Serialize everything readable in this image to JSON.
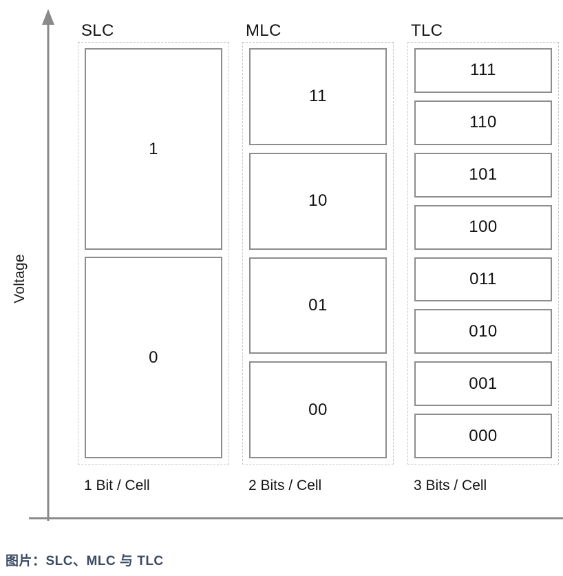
{
  "axes": {
    "y_label": "Voltage",
    "y_axis_name": "voltage-axis",
    "x_axis_name": "cell-type-axis",
    "axis_color": "#8a8a8a"
  },
  "colors": {
    "dashed_border": "#c5c5c5",
    "cell_border": "#8d8d8d",
    "text": "#101010",
    "caption": "#3c4a63",
    "background": "#ffffff"
  },
  "chart_data": {
    "type": "diagram",
    "title": "",
    "xlabel": "",
    "ylabel": "Voltage",
    "categories": [
      "SLC",
      "MLC",
      "TLC"
    ],
    "series": [
      {
        "name": "SLC",
        "bits_per_cell": 1,
        "levels": 2,
        "values": [
          "1",
          "0"
        ]
      },
      {
        "name": "MLC",
        "bits_per_cell": 2,
        "levels": 4,
        "values": [
          "11",
          "10",
          "01",
          "00"
        ]
      },
      {
        "name": "TLC",
        "bits_per_cell": 3,
        "levels": 8,
        "values": [
          "111",
          "110",
          "101",
          "100",
          "011",
          "010",
          "001",
          "000"
        ]
      }
    ]
  },
  "columns": [
    {
      "title": "SLC",
      "footer": "1 Bit / Cell",
      "cells": [
        "1",
        "0"
      ]
    },
    {
      "title": "MLC",
      "footer": "2 Bits / Cell",
      "cells": [
        "11",
        "10",
        "01",
        "00"
      ]
    },
    {
      "title": "TLC",
      "footer": "3 Bits / Cell",
      "cells": [
        "111",
        "110",
        "101",
        "100",
        "011",
        "010",
        "001",
        "000"
      ]
    }
  ],
  "caption": "图片：SLC、MLC 与 TLC"
}
